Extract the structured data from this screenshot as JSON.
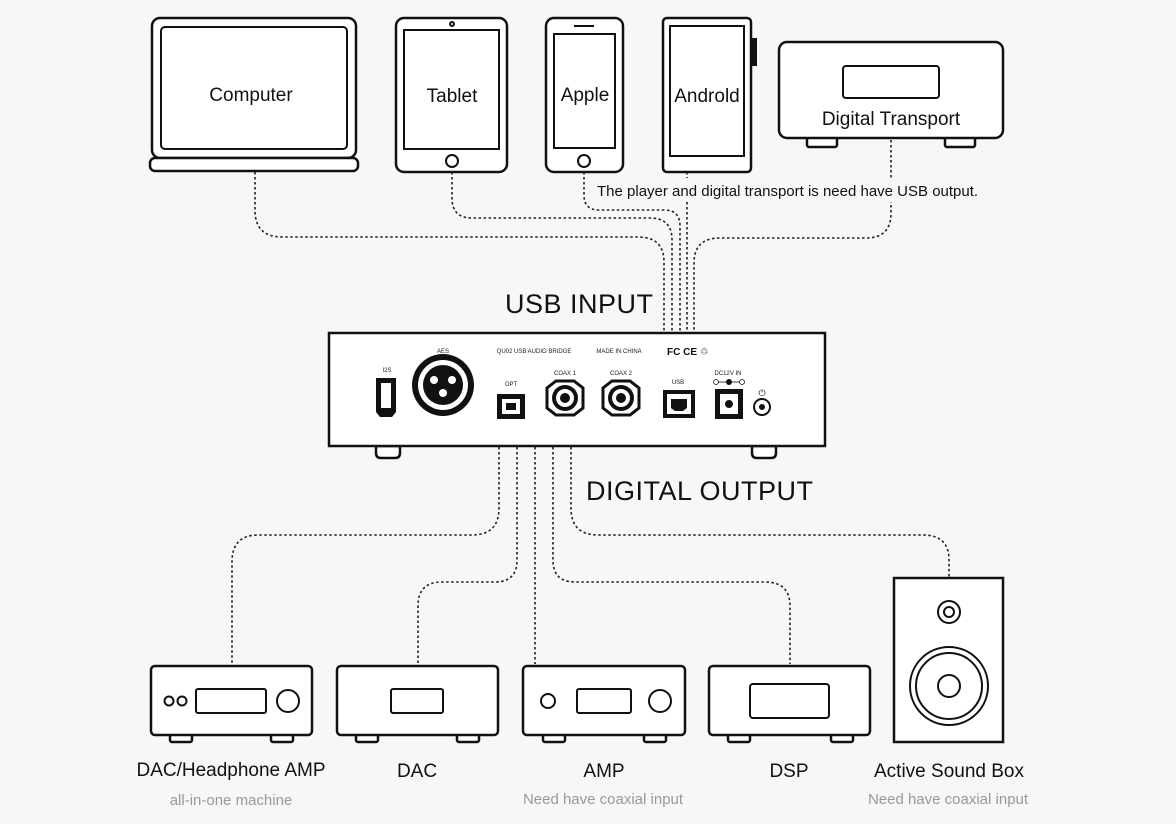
{
  "sources": {
    "computer": "Computer",
    "tablet": "Tablet",
    "apple": "Apple",
    "android": "Androld",
    "transport": "Digital Transport"
  },
  "note": "The player and digital transport is need have USB output.",
  "usb_input": "USB INPUT",
  "digital_output": "DIGITAL OUTPUT",
  "panel": {
    "i2s": "I2S",
    "aes": "AES",
    "model": "QU02 USB AUDIO BRIDGE",
    "made_in": "MADE IN CHINA",
    "certs": "FC CE ♲",
    "opt": "OPT",
    "coax1": "COAX 1",
    "coax2": "COAX 2",
    "usb": "USB",
    "dc": "DC12V IN",
    "power": "⏻"
  },
  "outputs": [
    {
      "name": "DAC/Headphone AMP",
      "sub": "all-in-one machine"
    },
    {
      "name": "DAC",
      "sub": ""
    },
    {
      "name": "AMP",
      "sub": "Need have coaxial input"
    },
    {
      "name": "DSP",
      "sub": ""
    },
    {
      "name": "Active Sound Box",
      "sub": "Need have coaxial input"
    }
  ]
}
